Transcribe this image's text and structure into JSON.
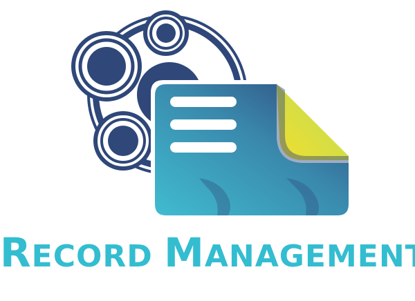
{
  "logo": {
    "title_first_letter": "R",
    "title_rest": "ECORD ",
    "title_second_letter": "M",
    "title_second_rest": "ANAGEMENT",
    "colors": {
      "navy": "#2f4779",
      "teal": "#33bdd0",
      "lime": "#c8de52",
      "yellow": "#f2df2e",
      "white": "#ffffff"
    },
    "icons": [
      "network-nodes-icon",
      "document-file-icon",
      "folded-corner-icon"
    ]
  }
}
